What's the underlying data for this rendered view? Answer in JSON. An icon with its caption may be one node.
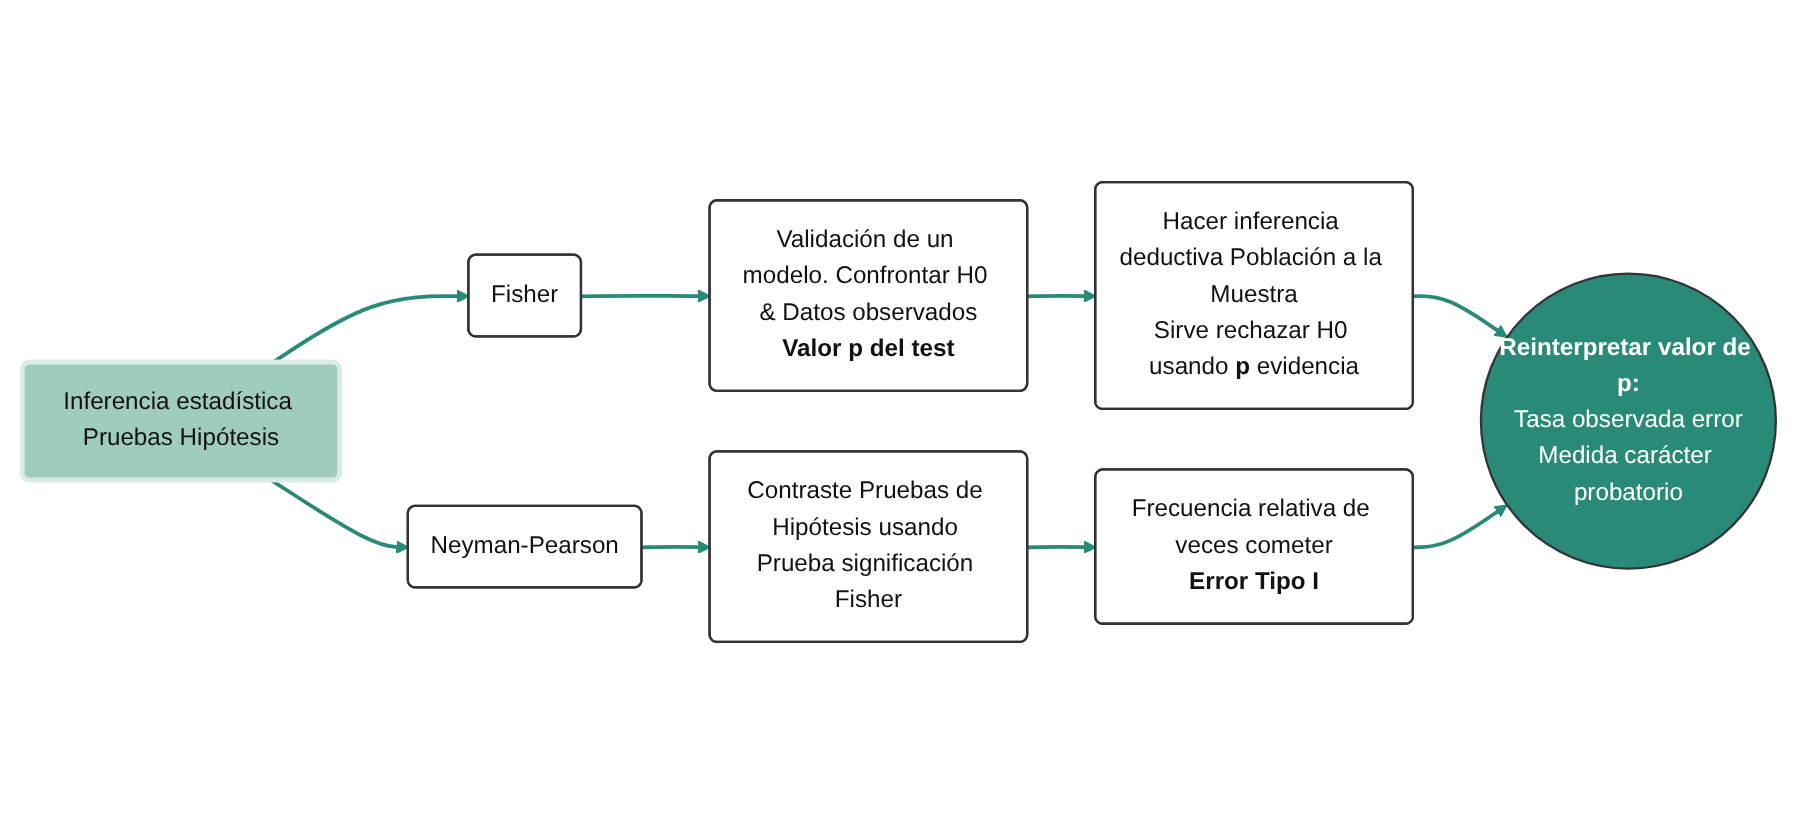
{
  "diagram": {
    "nodes": [
      {
        "text": [
          "Inferencia estadística Pruebas Hipótesis"
        ]
      },
      {
        "text": [
          "Fisher"
        ]
      },
      {
        "text": [
          "Validación de un modelo. Confrontar H0 & Datos observados",
          "Valor p del test"
        ]
      },
      {
        "text": [
          "Hacer inferencia deductiva Población a la Muestra",
          "Sirve rechazar H0 usando **p** evidencia"
        ]
      },
      {
        "text": [
          "Neyman-Pearson"
        ]
      },
      {
        "text": [
          "Contraste Pruebas de Hipótesis usando Prueba significación Fisher"
        ]
      },
      {
        "text": [
          "Frecuencia relativa de veces cometer",
          "Error Tipo I"
        ]
      },
      {
        "text": [
          "Reinterpretar valor de p:",
          "Tasa observada error",
          "Medida carácter probatorio"
        ]
      }
    ],
    "edges": [
      {
        "from": 0,
        "to": 1,
        "arrow": "to"
      },
      {
        "from": 1,
        "to": 2,
        "arrow": "to"
      },
      {
        "from": 2,
        "to": 3,
        "arrow": "to"
      },
      {
        "from": 3,
        "to": 7,
        "arrow": "to"
      },
      {
        "from": 0,
        "to": 4,
        "arrow": "to"
      },
      {
        "from": 4,
        "to": 5,
        "arrow": "to"
      },
      {
        "from": 5,
        "to": 6,
        "arrow": "to"
      },
      {
        "from": 6,
        "to": 7,
        "arrow": "to"
      }
    ]
  }
}
